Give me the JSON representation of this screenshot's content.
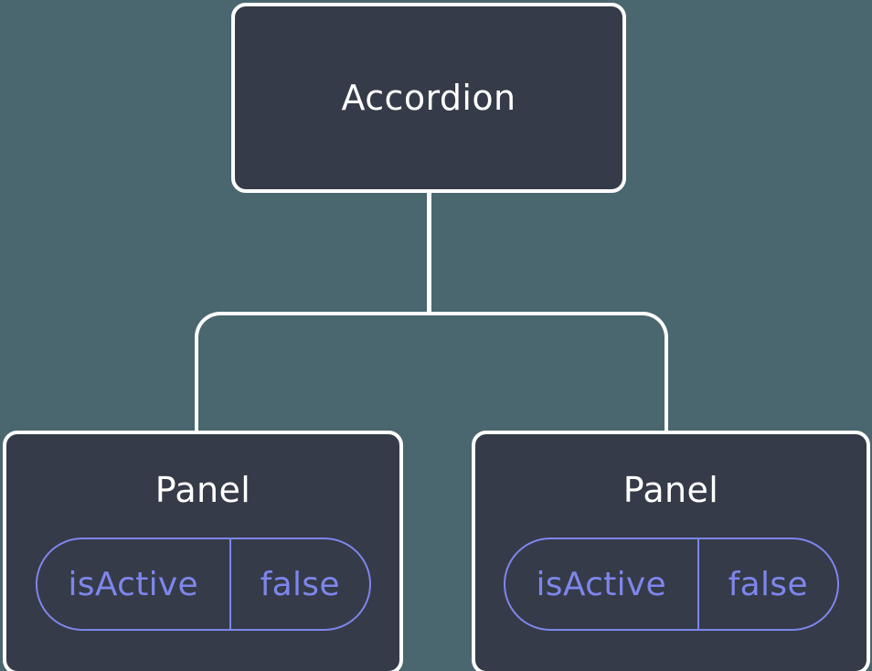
{
  "diagram": {
    "type": "component-tree",
    "root": {
      "label": "Accordion"
    },
    "children": [
      {
        "label": "Panel",
        "state": {
          "key": "isActive",
          "value": "false"
        }
      },
      {
        "label": "Panel",
        "state": {
          "key": "isActive",
          "value": "false"
        }
      }
    ],
    "colors": {
      "background": "#4a666f",
      "node_fill": "#353b48",
      "node_border": "#ffffff",
      "connector": "#ffffff",
      "state_accent": "#7e86ec",
      "title_text": "#ffffff"
    }
  }
}
